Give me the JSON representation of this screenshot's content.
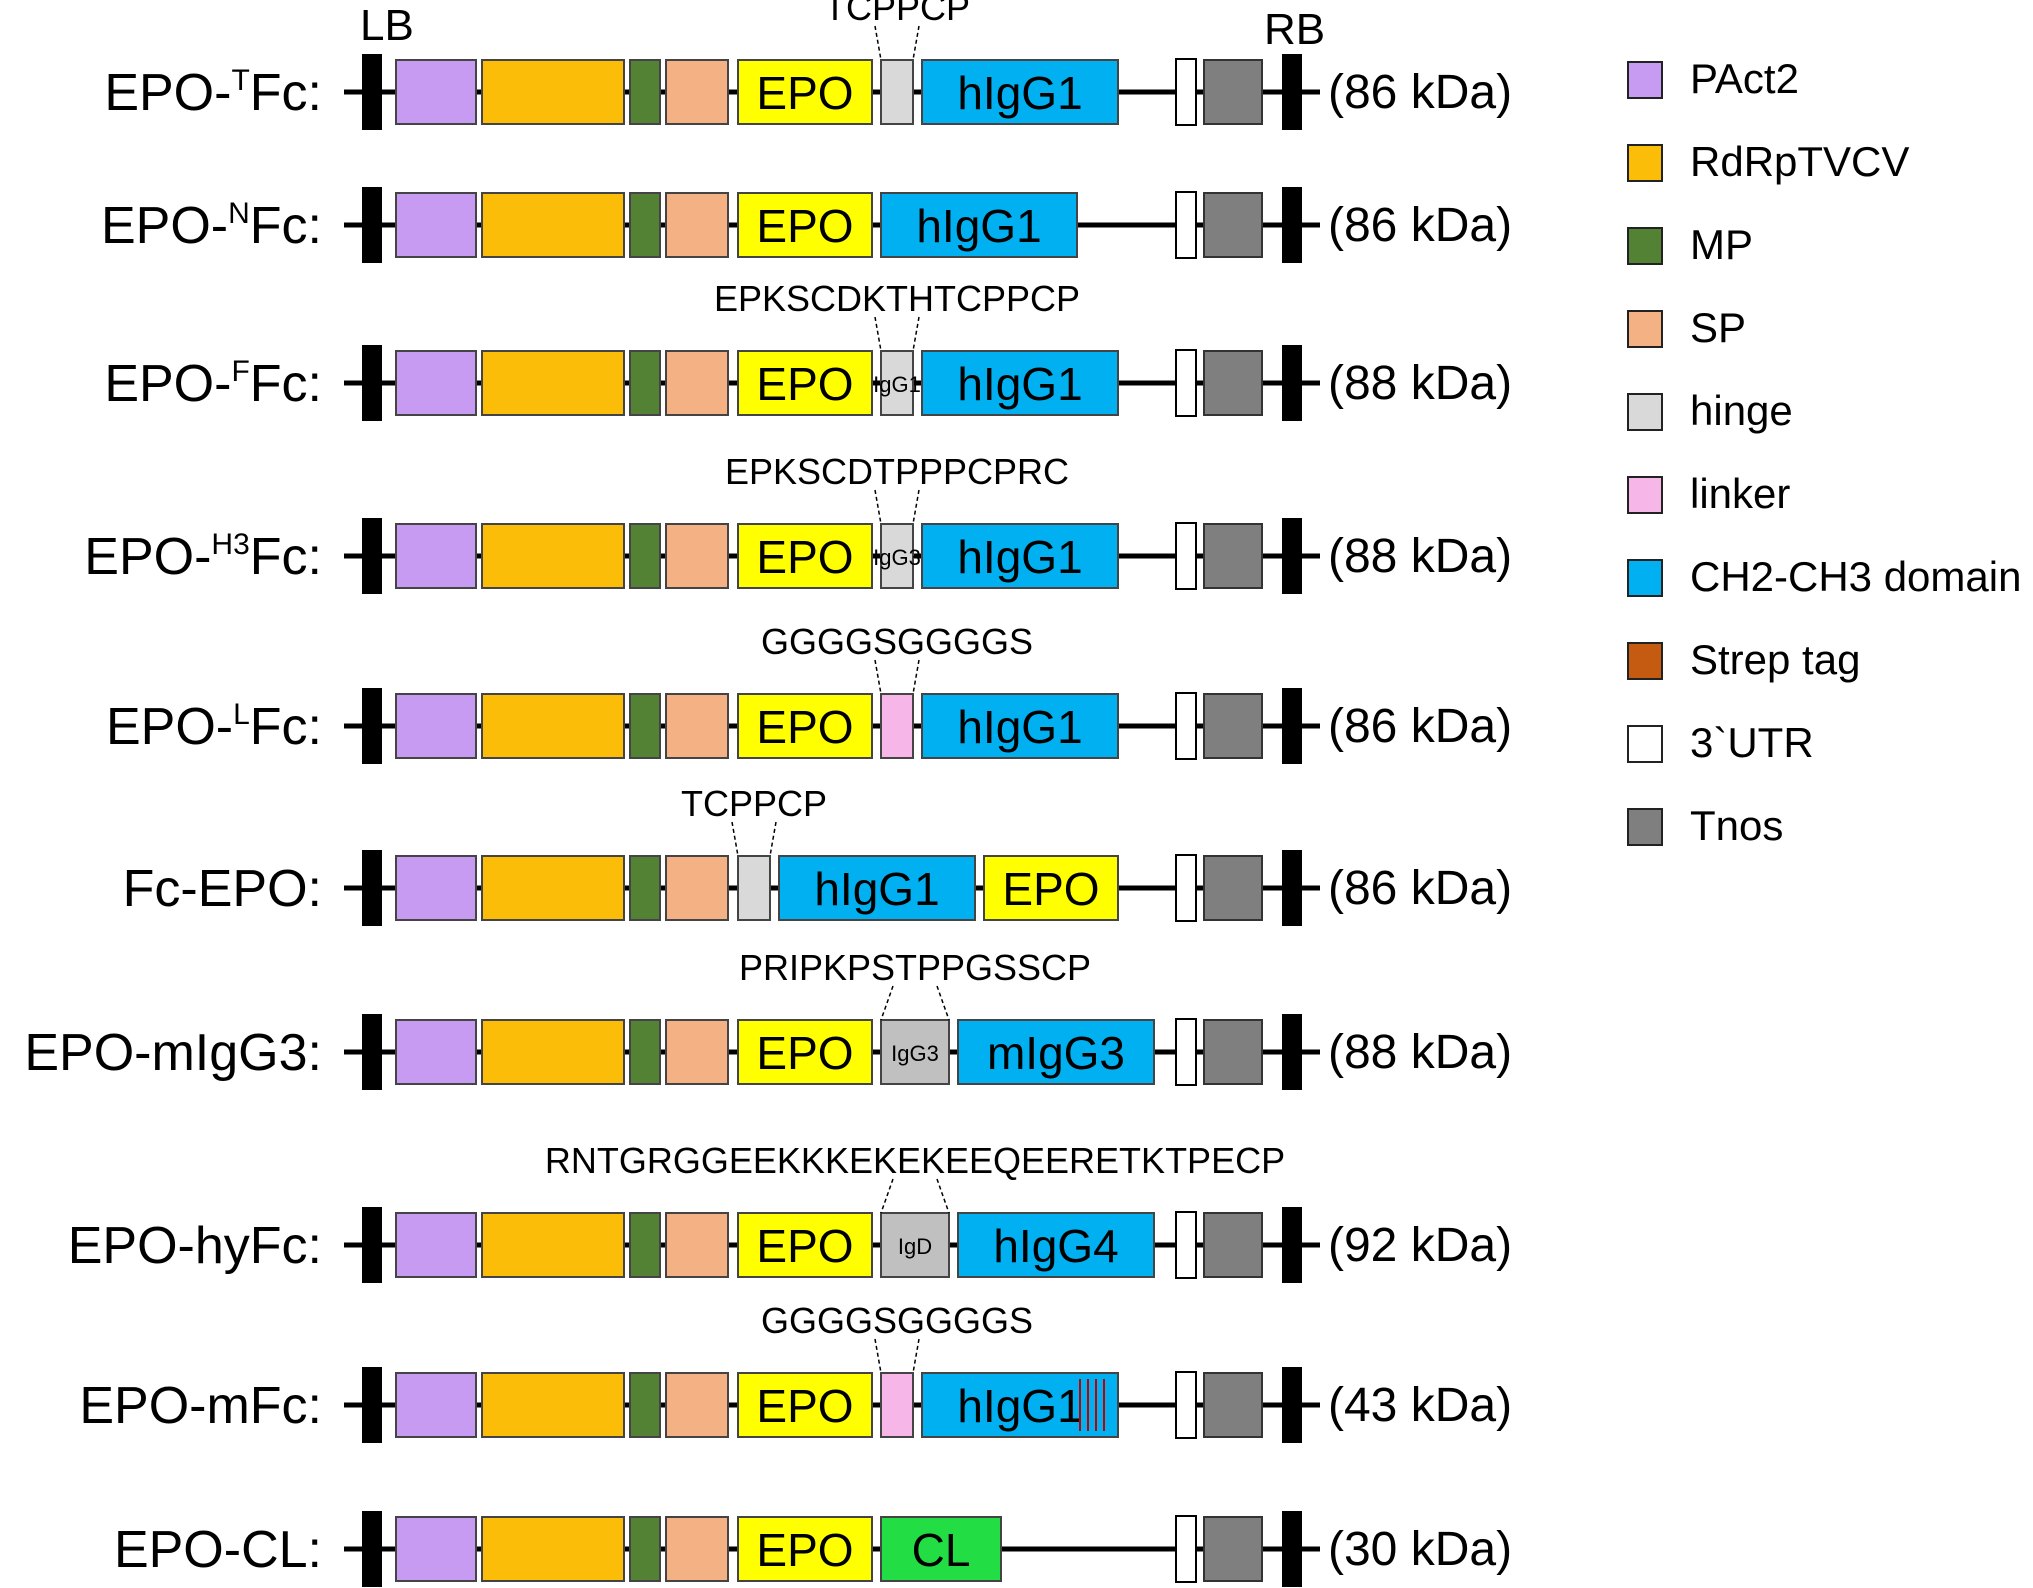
{
  "borders": {
    "left": "LB",
    "right": "RB"
  },
  "colors": {
    "PAct2": "#c79bf2",
    "RdRpTVCV": "#fbbd08",
    "MP": "#548235",
    "SP": "#f4b183",
    "hinge": "#d9d9d9",
    "hinge_dark": "#c0c0c0",
    "linker": "#f6b6e8",
    "CH2CH3": "#00b0f0",
    "Strep": "#c55a11",
    "UTR": "#ffffff",
    "Tnos": "#7f7f7f",
    "EPO": "#ffff00",
    "CL": "#22dd44",
    "border_block": "#000000",
    "strep_stripes": "#c00000"
  },
  "constructs": [
    {
      "prefix": "EPO-",
      "sup": "T",
      "suffix": "Fc:",
      "mass": "(86 kDa)",
      "seq": "TCPPCP",
      "parts": [
        {
          "kind": "EPO",
          "label": "EPO"
        },
        {
          "kind": "hinge",
          "label": ""
        },
        {
          "kind": "CH2CH3",
          "label": "hIgG1"
        }
      ]
    },
    {
      "prefix": "EPO-",
      "sup": "N",
      "suffix": "Fc:",
      "mass": "(86 kDa)",
      "seq": "",
      "parts": [
        {
          "kind": "EPO",
          "label": "EPO"
        },
        {
          "kind": "CH2CH3",
          "label": "hIgG1"
        }
      ]
    },
    {
      "prefix": "EPO-",
      "sup": "F",
      "suffix": "Fc:",
      "mass": "(88 kDa)",
      "seq": "EPKSCDKTHTCPPCP",
      "parts": [
        {
          "kind": "EPO",
          "label": "EPO"
        },
        {
          "kind": "hinge",
          "label": "IgG1"
        },
        {
          "kind": "CH2CH3",
          "label": "hIgG1"
        }
      ]
    },
    {
      "prefix": "EPO-",
      "sup": "H3",
      "suffix": "Fc:",
      "mass": "(88 kDa)",
      "seq": "EPKSCDTPPPCPRC",
      "parts": [
        {
          "kind": "EPO",
          "label": "EPO"
        },
        {
          "kind": "hinge",
          "label": "IgG3"
        },
        {
          "kind": "CH2CH3",
          "label": "hIgG1"
        }
      ]
    },
    {
      "prefix": "EPO-",
      "sup": "L",
      "suffix": "Fc:",
      "mass": "(86 kDa)",
      "seq": "GGGGSGGGGS",
      "parts": [
        {
          "kind": "EPO",
          "label": "EPO"
        },
        {
          "kind": "linker",
          "label": ""
        },
        {
          "kind": "CH2CH3",
          "label": "hIgG1"
        }
      ]
    },
    {
      "prefix": "Fc-EPO:",
      "sup": "",
      "suffix": "",
      "mass": "(86 kDa)",
      "seq": "TCPPCP",
      "parts": [
        {
          "kind": "hinge",
          "label": ""
        },
        {
          "kind": "CH2CH3",
          "label": "hIgG1"
        },
        {
          "kind": "EPO",
          "label": "EPO"
        }
      ]
    },
    {
      "prefix": "EPO-mIgG3:",
      "sup": "",
      "suffix": "",
      "mass": "(88 kDa)",
      "seq": "PRIPKPSTPPGSSCP",
      "parts": [
        {
          "kind": "EPO",
          "label": "EPO"
        },
        {
          "kind": "hinge_dark",
          "label": "IgG3"
        },
        {
          "kind": "CH2CH3",
          "label": "mIgG3"
        }
      ]
    },
    {
      "prefix": "EPO-hyFc:",
      "sup": "",
      "suffix": "",
      "mass": "(92 kDa)",
      "seq": "RNTGRGGEEKKKEKEKEEQEERETKTPECP",
      "parts": [
        {
          "kind": "EPO",
          "label": "EPO"
        },
        {
          "kind": "hinge_dark",
          "label": "IgD"
        },
        {
          "kind": "CH2CH3",
          "label": "hIgG4"
        }
      ]
    },
    {
      "prefix": "EPO-mFc:",
      "sup": "",
      "suffix": "",
      "mass": "(43 kDa)",
      "seq": "GGGGSGGGGS",
      "parts": [
        {
          "kind": "EPO",
          "label": "EPO"
        },
        {
          "kind": "linker",
          "label": ""
        },
        {
          "kind": "CH2CH3",
          "label": "hIgG1",
          "stripes": true
        }
      ]
    },
    {
      "prefix": "EPO-CL:",
      "sup": "",
      "suffix": "",
      "mass": "(30 kDa)",
      "seq": "",
      "parts": [
        {
          "kind": "EPO",
          "label": "EPO"
        },
        {
          "kind": "CL",
          "label": "CL"
        }
      ]
    }
  ],
  "legend": [
    {
      "key": "PAct2",
      "label": "PAct2"
    },
    {
      "key": "RdRpTVCV",
      "label": "RdRpTVCV"
    },
    {
      "key": "MP",
      "label": "MP"
    },
    {
      "key": "SP",
      "label": "SP"
    },
    {
      "key": "hinge",
      "label": "hinge"
    },
    {
      "key": "linker",
      "label": "linker"
    },
    {
      "key": "CH2CH3",
      "label": "CH2-CH3 domain"
    },
    {
      "key": "Strep",
      "label": "Strep tag"
    },
    {
      "key": "UTR",
      "label": "3`UTR"
    },
    {
      "key": "Tnos",
      "label": "Tnos"
    }
  ]
}
